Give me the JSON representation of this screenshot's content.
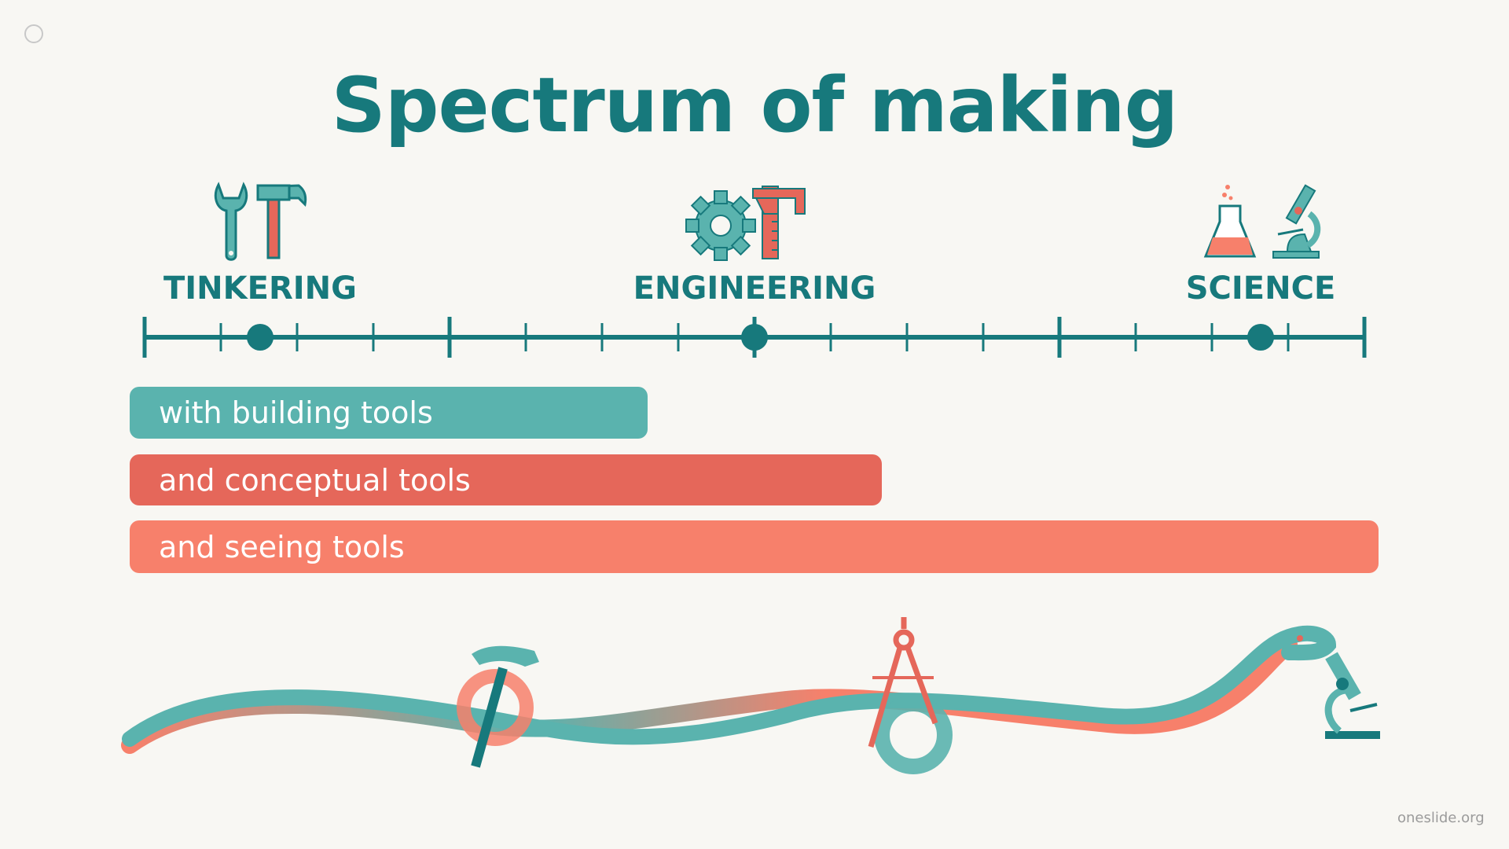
{
  "title": "Spectrum of making",
  "stages": [
    {
      "label": "TINKERING",
      "icons": [
        "wrench-icon",
        "hammer-icon"
      ]
    },
    {
      "label": "ENGINEERING",
      "icons": [
        "gear-icon",
        "caliper-icon"
      ]
    },
    {
      "label": "SCIENCE",
      "icons": [
        "flask-icon",
        "microscope-icon"
      ]
    }
  ],
  "bars": [
    {
      "label": "with building tools",
      "color": "#5ab3ae"
    },
    {
      "label": "and conceptual tools",
      "color": "#e5675a"
    },
    {
      "label": "and seeing tools",
      "color": "#f7806b"
    }
  ],
  "credit": "oneslide.org",
  "colors": {
    "teal_dark": "#17797c",
    "teal": "#5ab3ae",
    "red": "#e5675a",
    "coral": "#f7806b",
    "background": "#f8f7f3"
  }
}
